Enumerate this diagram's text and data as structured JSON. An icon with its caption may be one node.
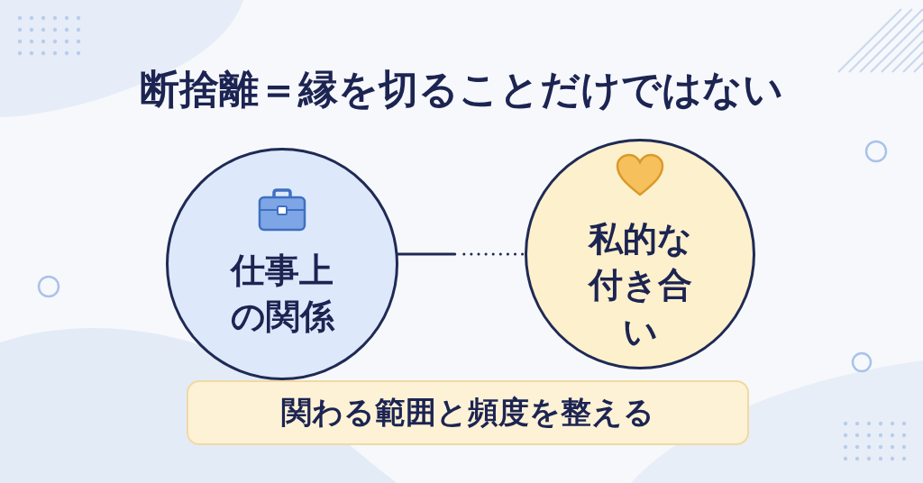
{
  "diagram": {
    "title": "断捨離＝縁を切ることだけではない",
    "nodes": [
      {
        "text": [
          "仕事上の関係"
        ]
      },
      {
        "text": [
          "私的な付き合い"
        ]
      },
      {
        "text": [
          "関わる範囲と頻度を整える"
        ]
      }
    ],
    "edges": [
      {
        "from": 0,
        "to": 1,
        "arrow": "none"
      }
    ]
  }
}
